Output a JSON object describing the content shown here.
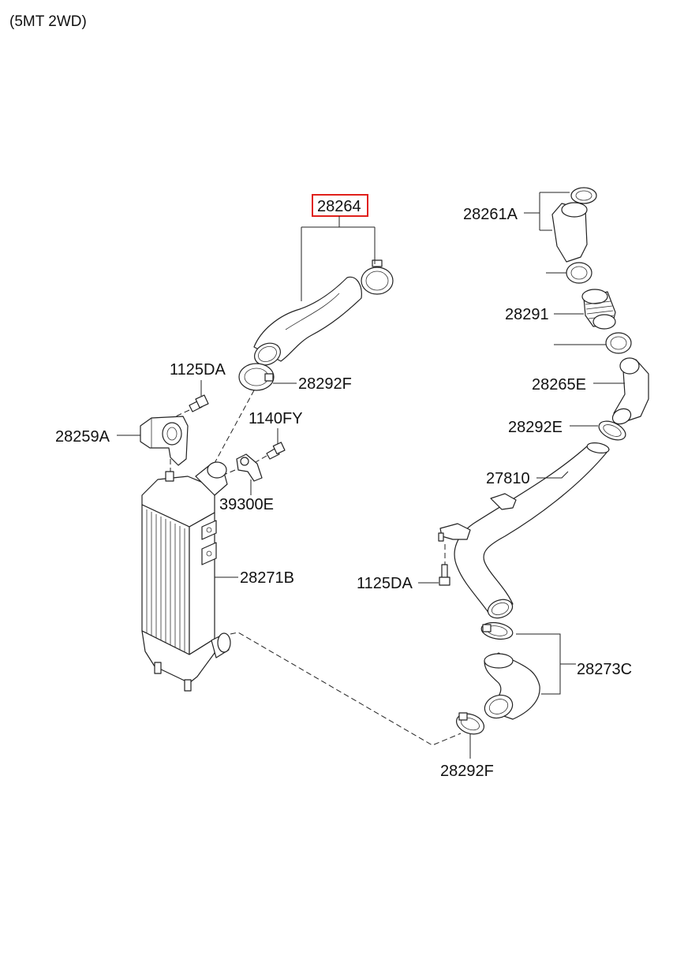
{
  "title": "(5MT 2WD)",
  "highlight_color": "#e0201b",
  "labels": {
    "p28264": "28264",
    "p28261A": "28261A",
    "p28291": "28291",
    "p28265E": "28265E",
    "p28292E": "28292E",
    "p27810": "27810",
    "p1125DA_top": "1125DA",
    "p28292F_top": "28292F",
    "p1140FY": "1140FY",
    "p28259A": "28259A",
    "p39300E": "39300E",
    "p28271B": "28271B",
    "p1125DA_right": "1125DA",
    "p28273C": "28273C",
    "p28292F_bottom": "28292F"
  }
}
